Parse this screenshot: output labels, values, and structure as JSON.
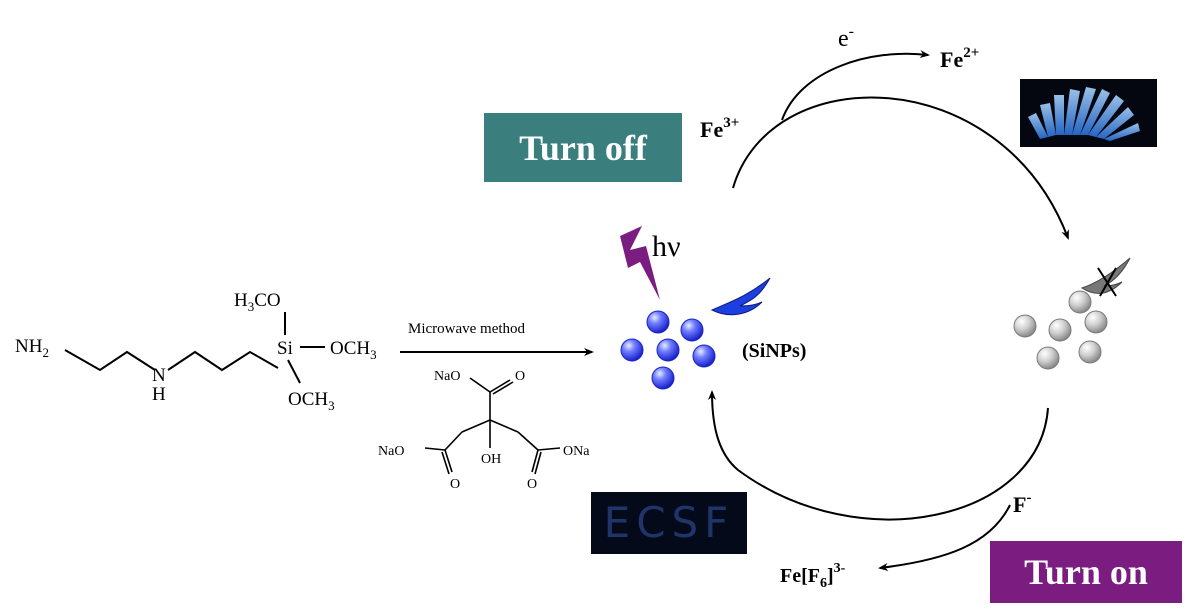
{
  "labels": {
    "turn_off": "Turn off",
    "turn_on": "Turn on",
    "e_minus": {
      "base": "e",
      "sup": "-"
    },
    "fe2": {
      "base": "Fe",
      "sup": "2+"
    },
    "fe3": {
      "base": "Fe",
      "sup": "3+"
    },
    "hv": "hν",
    "sinps": "(SiNPs)",
    "f_minus": {
      "base": "F",
      "sup": "-"
    },
    "fef6": {
      "pre": "Fe[F",
      "sub": "6",
      "post": "]",
      "sup": "3-"
    },
    "microwave": "Microwave method",
    "ecsf": "ECSF"
  },
  "precursor": {
    "nh2": {
      "base": "NH",
      "sub": "2"
    },
    "n": "N",
    "h": "H",
    "si": "Si",
    "h3co": {
      "pre": "H",
      "sub": "3",
      "post": "CO"
    },
    "och3_right": {
      "pre": "OCH",
      "sub": "3"
    },
    "och3_bottom": {
      "pre": "OCH",
      "sub": "3"
    }
  },
  "citrate": {
    "nao_top": "NaO",
    "o_top": "O",
    "nao_left": "NaO",
    "o_left": "O",
    "oh": "OH",
    "o_right": "O",
    "ona": "ONa"
  },
  "colors": {
    "turn_off_box": "#3a7f7e",
    "turn_on_box": "#7b1d80",
    "nanoparticle_blue": "#2f3cf0",
    "nanoparticle_gray": "#b8b8b8",
    "lightning_purple": "#7b1d80",
    "lightning_blue": "#1e3fe0"
  }
}
